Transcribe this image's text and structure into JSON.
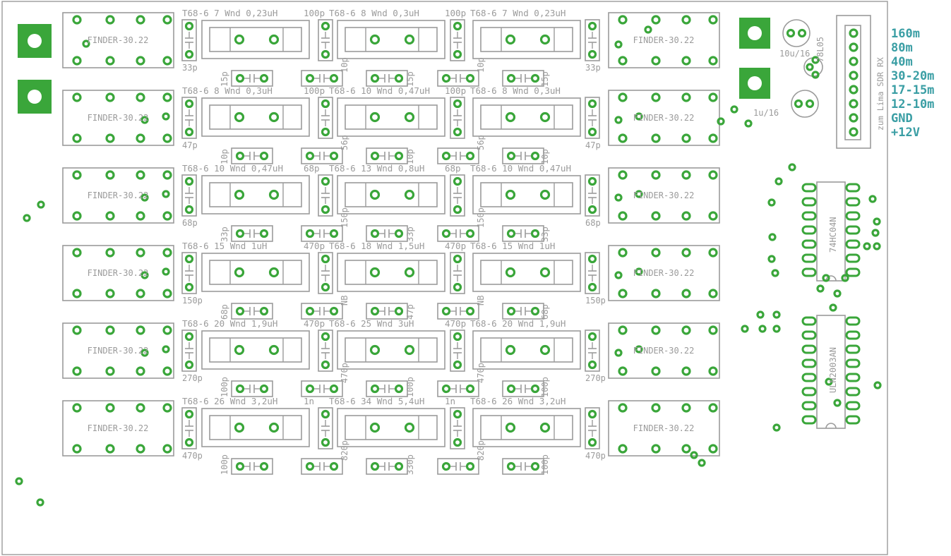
{
  "relay_label": "FINDER-30.22",
  "rows": [
    {
      "toroids": [
        "T68-6 7 Wnd 0,23uH",
        "T68-6 8 Wnd 0,3uH",
        "T68-6 7 Wnd 0,23uH"
      ],
      "junction_caps": [
        "100p",
        "100p"
      ],
      "end_caps": [
        "33p",
        "33p"
      ],
      "small_caps": [
        "15p",
        "10p",
        "15p",
        "10p",
        "15p"
      ]
    },
    {
      "toroids": [
        "T68-6 8 Wnd 0,3uH",
        "T68-6 10 Wnd 0,47uH",
        "T68-6 8 Wnd 0,3uH"
      ],
      "junction_caps": [
        "100p",
        "100p"
      ],
      "end_caps": [
        "47p",
        "47p"
      ],
      "small_caps": [
        "10p",
        "56p",
        "10p",
        "56p",
        "10p"
      ]
    },
    {
      "toroids": [
        "T68-6 10 Wnd 0,47uH",
        "T68-6 13 Wnd 0,8uH",
        "T68-6 10 Wnd 0,47uH"
      ],
      "junction_caps": [
        "68p",
        "68p"
      ],
      "end_caps": [
        "68p",
        "68p"
      ],
      "small_caps": [
        "33p",
        "150p",
        "33p",
        "150p",
        "33p"
      ]
    },
    {
      "toroids": [
        "T68-6 15 Wnd 1uH",
        "T68-6 18 Wnd 1,5uH",
        "T68-6 15 Wnd 1uH"
      ],
      "junction_caps": [
        "470p",
        "470p"
      ],
      "end_caps": [
        "150p",
        "150p"
      ],
      "small_caps": [
        "68p",
        "NB",
        "47p",
        "NB",
        "68p"
      ]
    },
    {
      "toroids": [
        "T68-6 20 Wnd 1,9uH",
        "T68-6 25 Wnd 3uH",
        "T68-6 20 Wnd 1,9uH"
      ],
      "junction_caps": [
        "470p",
        "470p"
      ],
      "end_caps": [
        "270p",
        "270p"
      ],
      "small_caps": [
        "100p",
        "470p",
        "100p",
        "470p",
        "100p"
      ]
    },
    {
      "toroids": [
        "T68-6 26 Wnd 3,2uH",
        "T68-6 34 Wnd 5,4uH",
        "T68-6 26 Wnd 3,2uH"
      ],
      "junction_caps": [
        "1n",
        "1n"
      ],
      "end_caps": [
        "470p",
        "470p"
      ],
      "small_caps": [
        "100p",
        "820p",
        "330p",
        "820p",
        "100p"
      ]
    }
  ],
  "regulator": {
    "part": "78L05",
    "cap1": "10u/16",
    "cap2": "1u/16"
  },
  "ic1": "74HC04N",
  "ic2": "ULN2003AN",
  "connector_label": "zum Lima SDR RX",
  "connector_pins": [
    "160m",
    "80m",
    "40m",
    "30-20m",
    "17-15m",
    "12-10m",
    "GND",
    "+12V"
  ],
  "colors": {
    "silkscreen": "#9b9b9b",
    "pad": "#3aa63a",
    "copper_text": "#3a9ea4",
    "background": "#ffffff"
  }
}
